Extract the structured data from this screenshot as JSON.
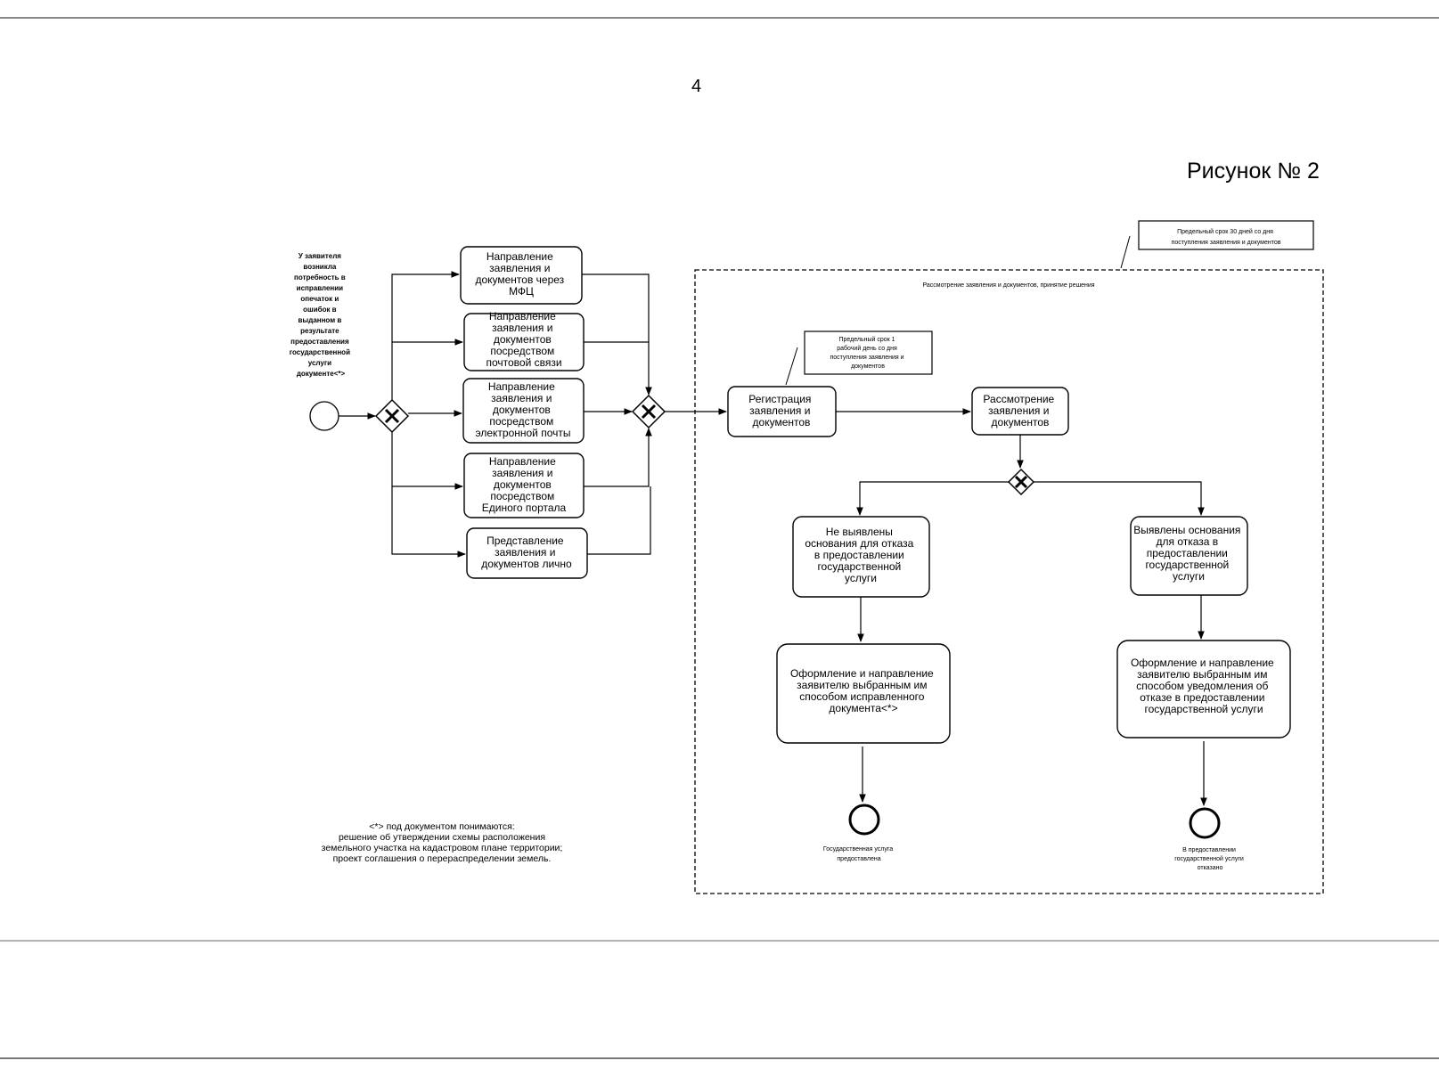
{
  "page_number": "4",
  "figure_title": "Рисунок № 2",
  "start_event_label": [
    "У заявителя",
    "возникла",
    "потребность в",
    "исправлении",
    "опечаток и",
    "ошибок в",
    "выданном в",
    "результате",
    "предоставления",
    "государственной",
    "услуги",
    "документе<*>"
  ],
  "submission_tasks": [
    {
      "lines": [
        "Направление",
        "заявления и",
        "документов через",
        "МФЦ"
      ]
    },
    {
      "lines": [
        "Направление",
        "заявления и",
        "документов",
        "посредством",
        "почтовой связи"
      ]
    },
    {
      "lines": [
        "Направление",
        "заявления и",
        "документов",
        "посредством",
        "электронной почты"
      ]
    },
    {
      "lines": [
        "Направление",
        "заявления и",
        "документов",
        "посредством",
        "Единого портала"
      ]
    },
    {
      "lines": [
        "Представление",
        "заявления и",
        "документов лично"
      ]
    }
  ],
  "registration_task": {
    "lines": [
      "Регистрация",
      "заявления и",
      "документов"
    ]
  },
  "registration_note": {
    "lines": [
      "Предельный срок 1",
      "рабочий день со дня",
      "поступления заявления и",
      "документов"
    ]
  },
  "review_group": {
    "title": "Рассмотрение заявления и документов, принятие решения",
    "note": {
      "lines": [
        "Предельный срок 30 дней со дня",
        "поступления заявления и документов"
      ]
    }
  },
  "review_task": {
    "lines": [
      "Рассмотрение",
      "заявления и",
      "документов"
    ]
  },
  "branch_no_grounds": {
    "lines": [
      "Не выявлены",
      "основания для отказа",
      "в предоставлении",
      "государственной",
      "услуги"
    ]
  },
  "branch_grounds": {
    "lines": [
      "Выявлены основания",
      "для отказа в",
      "предоставлении",
      "государственной",
      "услуги"
    ]
  },
  "issue_document_task": {
    "lines": [
      "Оформление и направление",
      "заявителю выбранным им",
      "способом исправленного",
      "документа<*>"
    ]
  },
  "refusal_notice_task": {
    "lines": [
      "Оформление и направление",
      "заявителю выбранным им",
      "способом уведомления об",
      "отказе в предоставлении",
      "государственной услуги"
    ]
  },
  "end_event_granted": {
    "lines": [
      "Государственная услуга",
      "предоставлена"
    ]
  },
  "end_event_refused": {
    "lines": [
      "В предоставлении",
      "государственной услуги",
      "отказано"
    ]
  },
  "footnote": {
    "line1": "<*> под документом понимаются:",
    "line2": "решение об утверждении схемы расположения",
    "line3": "земельного участка на кадастровом плане территории;",
    "line4": "проект соглашения о перераспределении земель."
  }
}
